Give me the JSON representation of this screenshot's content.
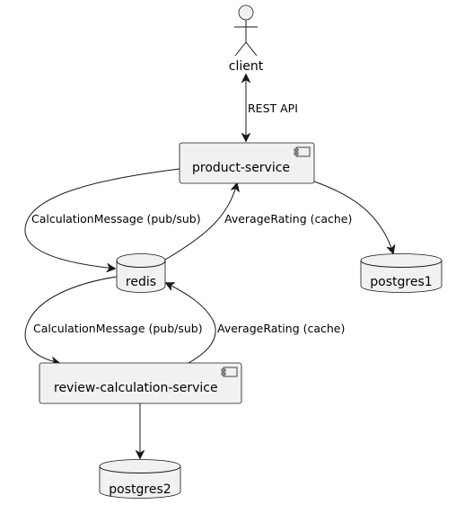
{
  "diagram": {
    "nodes": {
      "client": {
        "label": "client",
        "kind": "actor"
      },
      "product_service": {
        "label": "product-service",
        "kind": "component"
      },
      "redis": {
        "label": "redis",
        "kind": "database"
      },
      "postgres1": {
        "label": "postgres1",
        "kind": "database"
      },
      "review_calculation_service": {
        "label": "review-calculation-service",
        "kind": "component"
      },
      "postgres2": {
        "label": "postgres2",
        "kind": "database"
      }
    },
    "edges": [
      {
        "id": "client-product",
        "from": "client",
        "to": "product_service",
        "label": "REST API",
        "direction": "both"
      },
      {
        "id": "product-redis",
        "from": "product_service",
        "to": "redis",
        "label": "CalculationMessage (pub/sub)",
        "direction": "forward"
      },
      {
        "id": "redis-product",
        "from": "redis",
        "to": "product_service",
        "label": "AverageRating (cache)",
        "direction": "forward"
      },
      {
        "id": "product-postgres1",
        "from": "product_service",
        "to": "postgres1",
        "label": "",
        "direction": "forward"
      },
      {
        "id": "redis-review",
        "from": "redis",
        "to": "review_calculation_service",
        "label": "CalculationMessage (pub/sub)",
        "direction": "forward"
      },
      {
        "id": "review-redis",
        "from": "review_calculation_service",
        "to": "redis",
        "label": "AverageRating (cache)",
        "direction": "forward"
      },
      {
        "id": "review-postgres2",
        "from": "review_calculation_service",
        "to": "postgres2",
        "label": "",
        "direction": "forward"
      }
    ]
  },
  "colors": {
    "node_fill": "#f1f1f1",
    "stroke": "#181818",
    "text": "#000000",
    "background": "#ffffff"
  }
}
